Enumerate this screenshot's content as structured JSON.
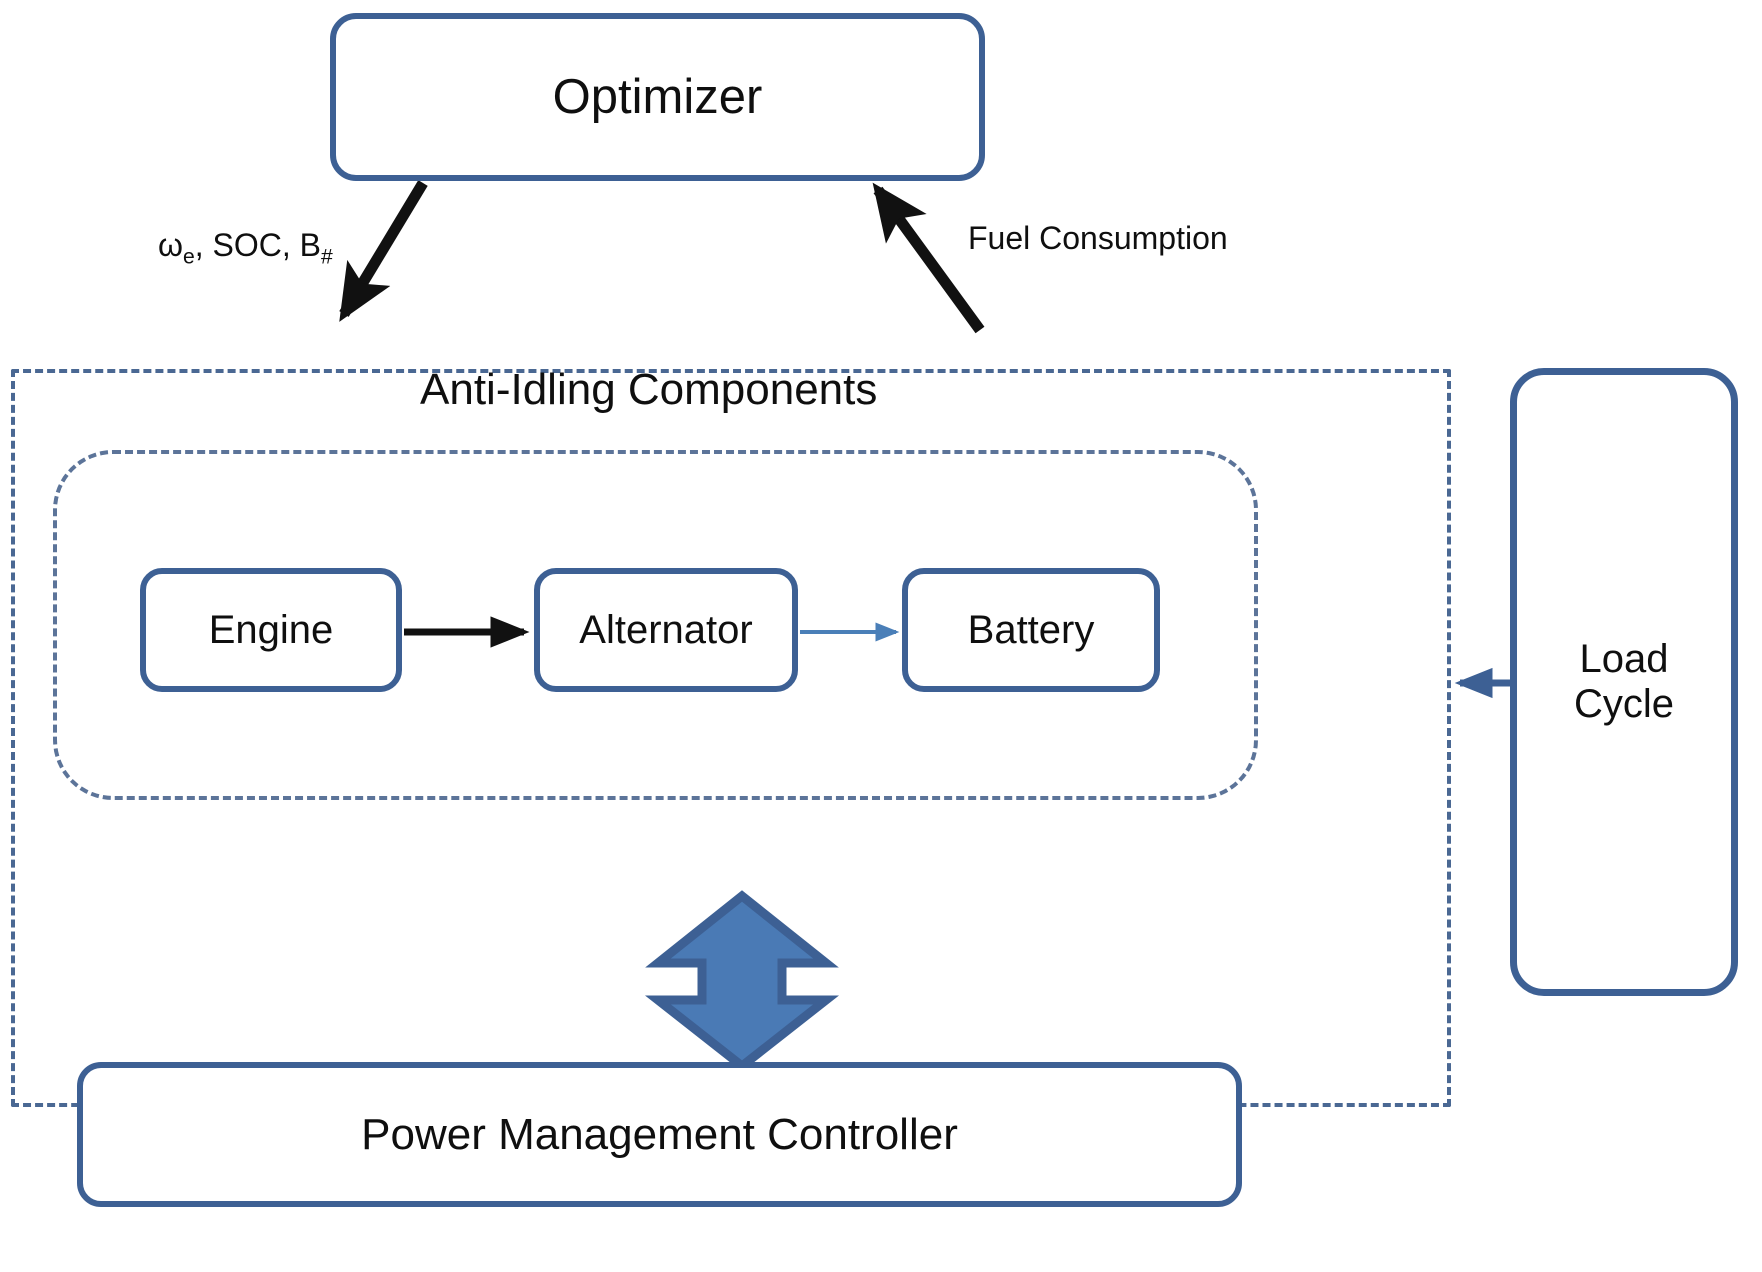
{
  "diagram": {
    "title": "Anti-Idling Components",
    "nodes": {
      "optimizer": "Optimizer",
      "engine": "Engine",
      "alternator": "Alternator",
      "battery": "Battery",
      "power_management_controller": "Power Management Controller",
      "load_cycle_line1": "Load",
      "load_cycle_line2": "Cycle"
    },
    "edge_labels": {
      "signals_prefix": "ω",
      "signals_sub": "e",
      "signals_middle": ", SOC, B",
      "signals_sub2": "#",
      "fuel_consumption": "Fuel Consumption"
    },
    "colors": {
      "node_border": "#3d6094",
      "dashed_border": "#4a6893",
      "black_arrow": "#111111",
      "blue_arrow": "#4a7fb8",
      "block_arrow_fill": "#4a7ab5",
      "block_arrow_stroke": "#3d6094",
      "background": "#ffffff",
      "text": "#0f0f0f"
    }
  }
}
